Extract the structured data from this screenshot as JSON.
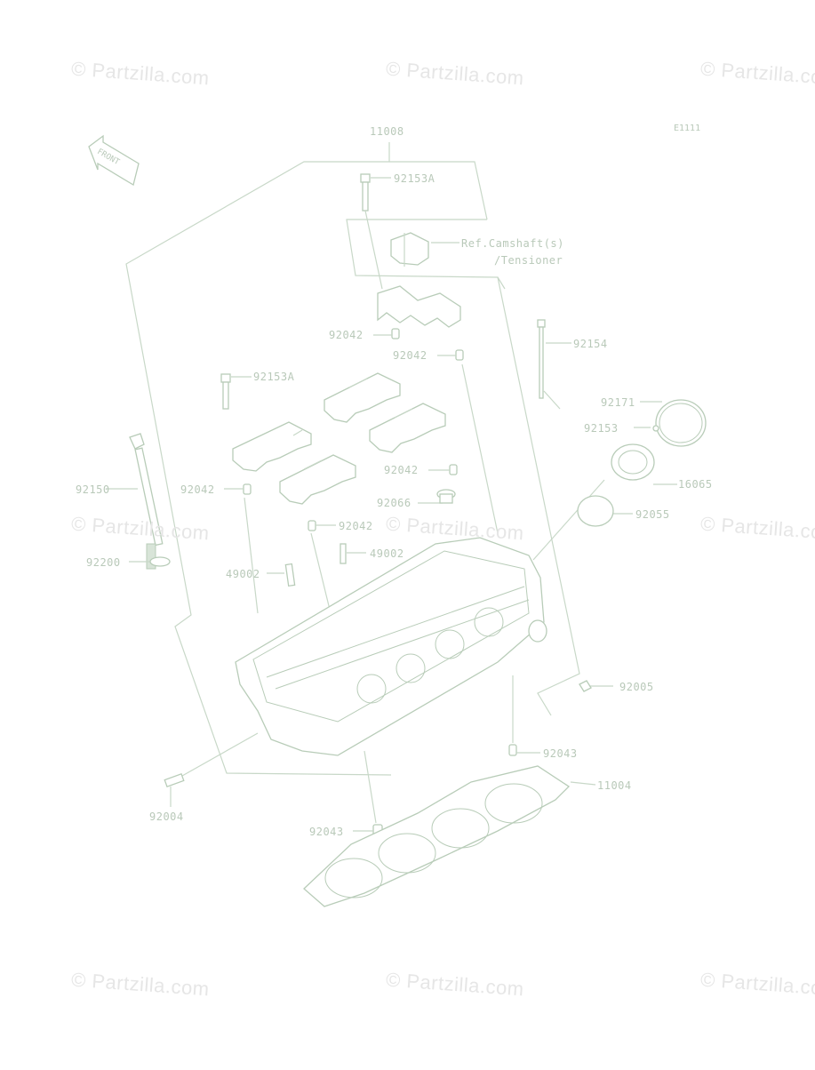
{
  "watermark": "© Partzilla.com",
  "diagram_code": "E1111",
  "front_label": "FRONT",
  "labels": {
    "p11008": "11008",
    "p92153A_top": "92153A",
    "ref_line1": "Ref.Camshaft(s)",
    "ref_line2": "/Tensioner",
    "p92042_a": "92042",
    "p92042_b": "92042",
    "p92154": "92154",
    "p92153A_mid": "92153A",
    "p92171": "92171",
    "p92153": "92153",
    "p92042_c": "92042",
    "p16065": "16065",
    "p92150": "92150",
    "p92042_d": "92042",
    "p92066": "92066",
    "p92055": "92055",
    "p92042_e": "92042",
    "p92200": "92200",
    "p49002_a": "49002",
    "p49002_b": "49002",
    "p92005": "92005",
    "p92043_a": "92043",
    "p11004": "11004",
    "p92004": "92004",
    "p92043_b": "92043"
  },
  "colors": {
    "line": "#c8d8c8",
    "text": "#b9c9b9",
    "watermark": "#e6e6e6"
  }
}
